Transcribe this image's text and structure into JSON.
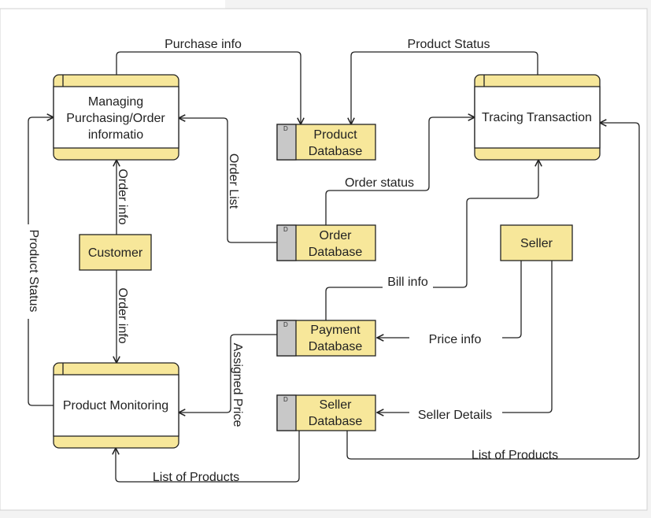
{
  "colors": {
    "process_fill": "#f7e79a",
    "store_fill": "#f7e79a",
    "store_tab": "#c8c8c8",
    "line": "#222222",
    "canvas": "#ffffff"
  },
  "processes": {
    "managing": [
      "Managing",
      "Purchasing/Order",
      "informatio"
    ],
    "tracing": "Tracing Transaction",
    "monitoring": "Product Monitoring"
  },
  "entities": {
    "customer": "Customer",
    "seller": "Seller"
  },
  "stores": {
    "tag": "D",
    "product": [
      "Product",
      "Database"
    ],
    "order": [
      "Order",
      "Database"
    ],
    "payment": [
      "Payment",
      "Database"
    ],
    "seller": [
      "Seller",
      "Database"
    ]
  },
  "flows": {
    "purchase_info": "Purchase info",
    "product_status_top": "Product Status",
    "order_status": "Order status",
    "order_list": "Order List",
    "order_info_up": "Order info",
    "order_info_down": "Order info",
    "product_status_left": "Product Status",
    "bill_info": "Bill info",
    "price_info": "Price info",
    "assigned_price": "Assigned Price",
    "seller_details": "Seller Details",
    "list_products_bottom": "List of Products",
    "list_products_right": "List of Products"
  }
}
